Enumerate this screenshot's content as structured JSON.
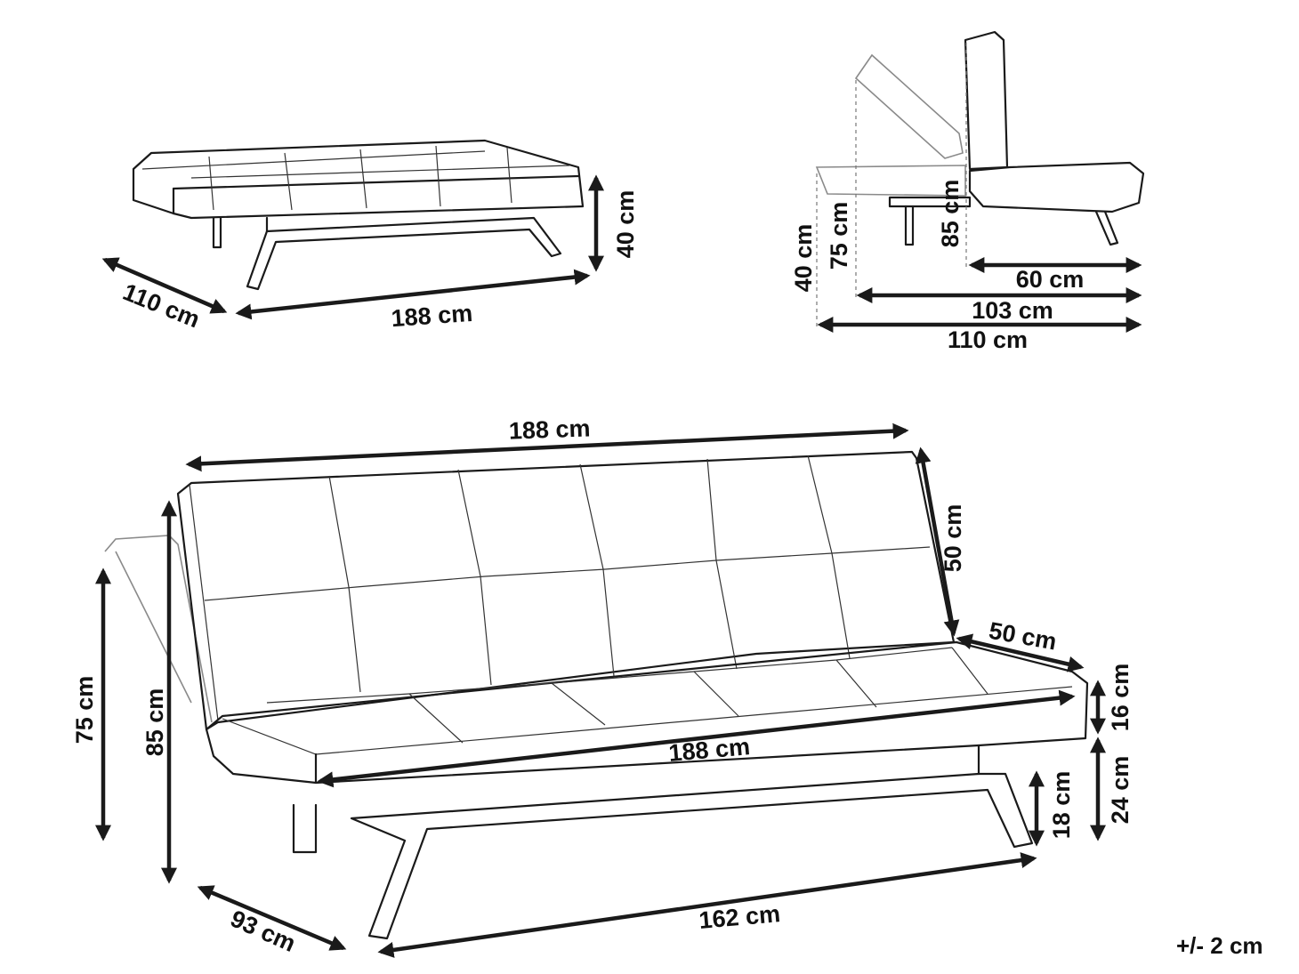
{
  "dimensions": {
    "bed_height": "40 cm",
    "bed_depth": "110 cm",
    "bed_width": "188 cm",
    "side_seat_depth": "60 cm",
    "side_recline_depth": "103 cm",
    "side_bed_depth": "110 cm",
    "side_bed_height": "40 cm",
    "side_recline_height": "75 cm",
    "side_upright_height": "85 cm",
    "sofa_top_width": "188 cm",
    "sofa_back_height": "50 cm",
    "sofa_seat_depth": "50 cm",
    "sofa_seat_width": "188 cm",
    "sofa_cushion_height": "16 cm",
    "sofa_seat_height": "24 cm",
    "sofa_leg_height": "18 cm",
    "sofa_leg_span": "162 cm",
    "sofa_depth": "93 cm",
    "sofa_recline_height": "75 cm",
    "sofa_height": "85 cm"
  },
  "tolerance": "+/- 2 cm"
}
